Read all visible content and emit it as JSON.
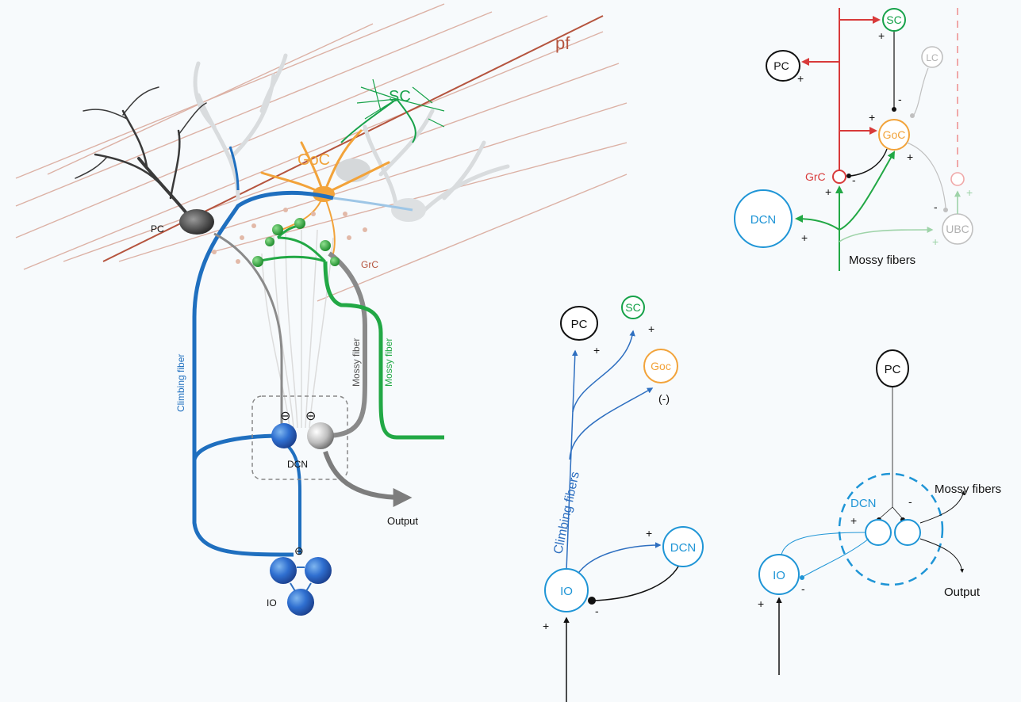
{
  "colors": {
    "purkinje": "#111111",
    "parallel_fiber": "#b5543e",
    "stellate": "#17a24a",
    "golgi": "#f2a33a",
    "granule": "#d83a3a",
    "climbing": "#1f6fbf",
    "dcn_blue": "#1f95d6",
    "mossy_gray": "#8a8a8a",
    "mossy_green": "#22a845",
    "lugaro": "#b9b9b9",
    "ubc": "#b9b9b9"
  },
  "anatomy": {
    "pf": "pf",
    "sc": "SC",
    "goc": "GoC",
    "pc": "PC",
    "grc": "GrC",
    "climbing_fiber": "Climbing fiber",
    "mossy_fiber_gray": "Mossy fiber",
    "mossy_fiber_green": "Mossy fiber",
    "dcn": "DCN",
    "output": "Output",
    "io": "IO",
    "inhib_1": "⊖",
    "inhib_2": "⊖",
    "inhib_3": "⊖"
  },
  "cortex_circuit": {
    "sc": "SC",
    "pc": "PC",
    "lc": "LC",
    "goc": "GoC",
    "grc": "GrC",
    "dcn": "DCN",
    "ubc": "UBC",
    "mossy_fibers": "Mossy fibers",
    "signs": {
      "sc_plus": "+",
      "pc_plus": "+",
      "lc_minus": "-",
      "goc_plus_left": "+",
      "goc_plus_right": "+",
      "grc_minus": "-",
      "grc_plus": "+",
      "dcn_plus": "+",
      "ubc_minus": "-",
      "ubc_plus": "+",
      "top_plus": "+"
    }
  },
  "climbing_circuit": {
    "pc": "PC",
    "sc": "SC",
    "goc": "Goc",
    "dcn": "DCN",
    "io": "IO",
    "climbing_fibers": "Climbing fibers",
    "signs": {
      "pc_plus": "+",
      "sc_plus": "+",
      "goc_minus": "(-)",
      "dcn_plus": "+",
      "io_minus": "-",
      "io_plus": "+"
    }
  },
  "nuclear_circuit": {
    "pc": "PC",
    "dcn": "DCN",
    "mossy_fibers": "Mossy fibers",
    "io": "IO",
    "output": "Output",
    "signs": {
      "dcn_plus": "+",
      "dcn_minus": "-",
      "io_minus": "-",
      "io_plus": "+"
    }
  }
}
